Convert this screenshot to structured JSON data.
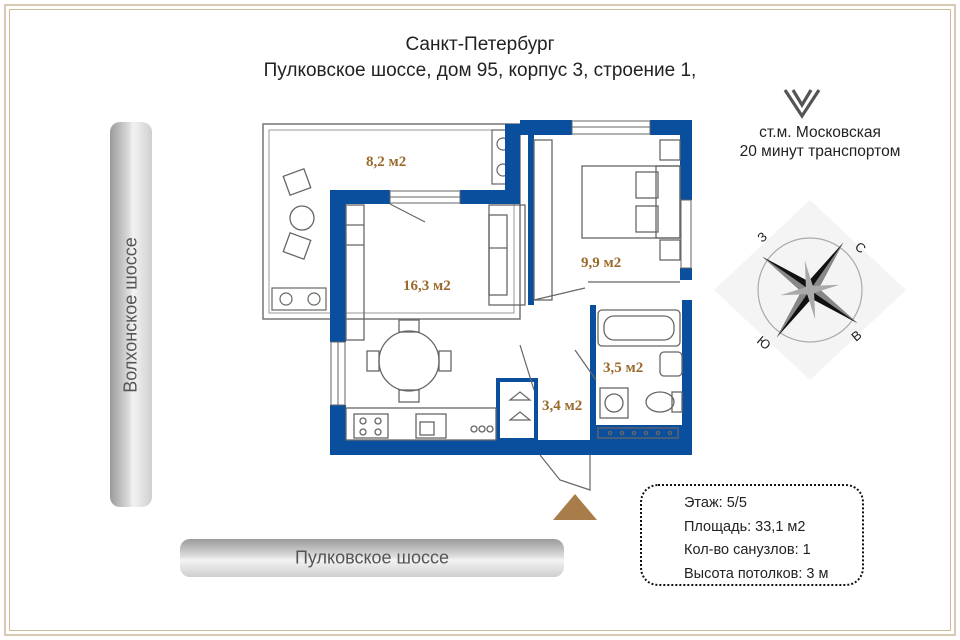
{
  "header": {
    "city": "Санкт-Петербург",
    "address": "Пулковское шоссе, дом 95, корпус 3, строение 1,"
  },
  "metro": {
    "icon": "metro-m-icon",
    "station": "ст.м. Московская",
    "travel": "20 минут транспортом"
  },
  "roads": {
    "vertical": "Волхонское шоссе",
    "horizontal": "Пулковское шоссе"
  },
  "rooms": [
    {
      "name": "balcony",
      "area": "8,2 м2"
    },
    {
      "name": "living-kitchen",
      "area": "16,3 м2"
    },
    {
      "name": "bedroom",
      "area": "9,9 м2"
    },
    {
      "name": "bathroom",
      "area": "3,5 м2"
    },
    {
      "name": "hallway",
      "area": "3,4 м2"
    }
  ],
  "compass": {
    "labels": {
      "west": "З",
      "north": "С",
      "east": "В",
      "south": "Ю"
    }
  },
  "info": {
    "floor": "Этаж: 5/5",
    "area": "Площадь: 33,1 м2",
    "bathrooms": "Кол-во санузлов: 1",
    "ceiling": "Высота потолков: 3 м"
  },
  "colors": {
    "wall": "#0a4f9e",
    "area_text": "#9a6a2a",
    "entry_arrow": "#a87d4a",
    "frame": "#d8c9b2"
  }
}
